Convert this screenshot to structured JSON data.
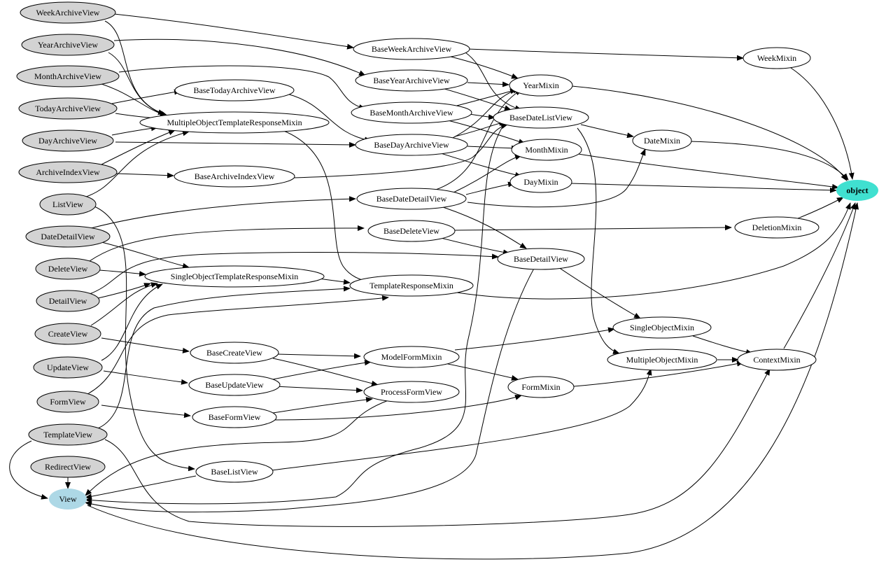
{
  "colors": {
    "view_fill": "#d3d3d3",
    "mixin_fill": "#ffffff",
    "base_view_fill": "#add8e6",
    "object_fill": "#40e0d0",
    "stroke": "#000000"
  },
  "nodes": {
    "WeekArchiveView": "WeekArchiveView",
    "YearArchiveView": "YearArchiveView",
    "MonthArchiveView": "MonthArchiveView",
    "TodayArchiveView": "TodayArchiveView",
    "DayArchiveView": "DayArchiveView",
    "ArchiveIndexView": "ArchiveIndexView",
    "ListView": "ListView",
    "DateDetailView": "DateDetailView",
    "DeleteView": "DeleteView",
    "DetailView": "DetailView",
    "CreateView": "CreateView",
    "UpdateView": "UpdateView",
    "FormView": "FormView",
    "TemplateView": "TemplateView",
    "RedirectView": "RedirectView",
    "View": "View",
    "BaseWeekArchiveView": "BaseWeekArchiveView",
    "BaseYearArchiveView": "BaseYearArchiveView",
    "BaseTodayArchiveView": "BaseTodayArchiveView",
    "BaseMonthArchiveView": "BaseMonthArchiveView",
    "MultipleObjectTemplateResponseMixin": "MultipleObjectTemplateResponseMixin",
    "BaseDayArchiveView": "BaseDayArchiveView",
    "BaseArchiveIndexView": "BaseArchiveIndexView",
    "BaseDateDetailView": "BaseDateDetailView",
    "BaseDeleteView": "BaseDeleteView",
    "SingleObjectTemplateResponseMixin": "SingleObjectTemplateResponseMixin",
    "TemplateResponseMixin": "TemplateResponseMixin",
    "BaseCreateView": "BaseCreateView",
    "BaseUpdateView": "BaseUpdateView",
    "BaseFormView": "BaseFormView",
    "BaseListView": "BaseListView",
    "ModelFormMixin": "ModelFormMixin",
    "ProcessFormView": "ProcessFormView",
    "YearMixin": "YearMixin",
    "BaseDateListView": "BaseDateListView",
    "MonthMixin": "MonthMixin",
    "DayMixin": "DayMixin",
    "BaseDetailView": "BaseDetailView",
    "FormMixin": "FormMixin",
    "WeekMixin": "WeekMixin",
    "DateMixin": "DateMixin",
    "DeletionMixin": "DeletionMixin",
    "SingleObjectMixin": "SingleObjectMixin",
    "MultipleObjectMixin": "MultipleObjectMixin",
    "ContextMixin": "ContextMixin",
    "object": "object"
  }
}
